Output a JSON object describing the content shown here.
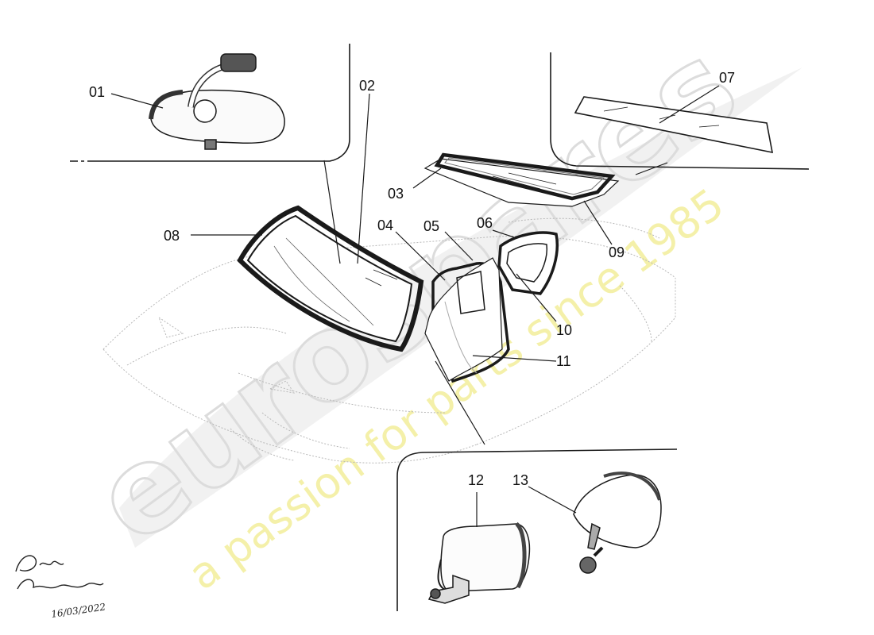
{
  "diagram": {
    "callouts": [
      {
        "id": "c01",
        "label": "01"
      },
      {
        "id": "c02",
        "label": "02"
      },
      {
        "id": "c03",
        "label": "03"
      },
      {
        "id": "c04",
        "label": "04"
      },
      {
        "id": "c05",
        "label": "05"
      },
      {
        "id": "c06",
        "label": "06"
      },
      {
        "id": "c07",
        "label": "07"
      },
      {
        "id": "c08",
        "label": "08"
      },
      {
        "id": "c09",
        "label": "09"
      },
      {
        "id": "c10",
        "label": "10"
      },
      {
        "id": "c11",
        "label": "11"
      },
      {
        "id": "c12",
        "label": "12"
      },
      {
        "id": "c13",
        "label": "13"
      }
    ]
  },
  "watermark": {
    "brand": "eurospares",
    "tagline": "a passion for parts since 1985"
  },
  "signature": {
    "name": "Pierre Caradonna",
    "date": "16/03/2022"
  },
  "colors": {
    "ink": "#1a1a1a",
    "ghost_car": "#b5b5b5",
    "watermark_grey": "#e6e6e6",
    "watermark_yellow": "#f4f0a0"
  }
}
